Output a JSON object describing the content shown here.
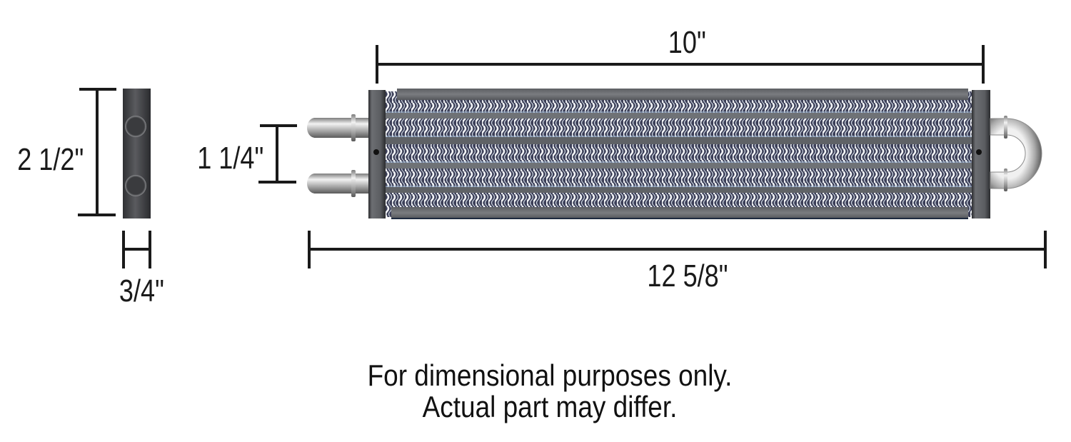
{
  "diagram": {
    "type": "dimensional drawing",
    "subject": "tube-and-fin cooler",
    "colors": {
      "dimension_line": "#1a1a1a",
      "end_plate": "#55575b",
      "end_plate_dark": "#2e3033",
      "body_bar": "#6b6d70",
      "fin_light": "#f4f6f8",
      "fin_dark": "#3c3f58",
      "fin_accent": "#9fb6cf",
      "tube_light": "#e6e6e6",
      "tube_dark": "#6a6a6a",
      "side_view_body": "#3f4043"
    },
    "side_view": {
      "height_label": "2 1/2\"",
      "width_label": "3/4\"",
      "port_count": 2
    },
    "front_view": {
      "core_length_label": "10\"",
      "port_spacing_label": "1 1/4\"",
      "overall_length_label": "12 5/8\"",
      "inlet_fittings": 2,
      "return_bend": "U-bend",
      "fin_rows": 5
    },
    "note": {
      "line1": "For dimensional purposes only.",
      "line2": "Actual part may differ."
    }
  }
}
